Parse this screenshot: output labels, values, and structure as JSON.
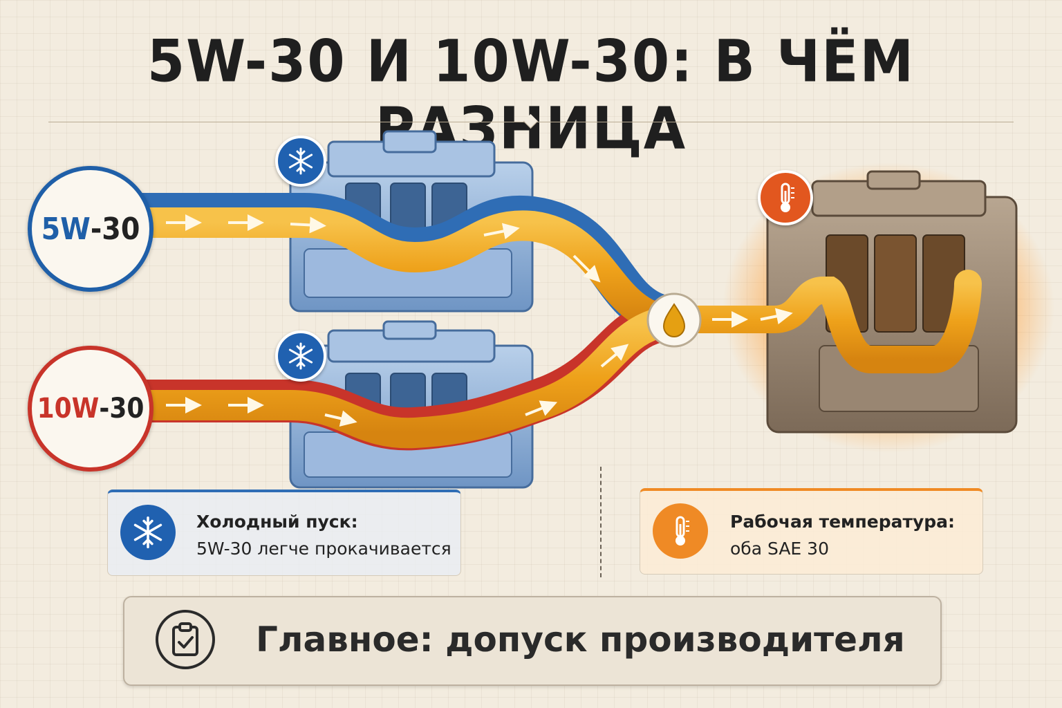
{
  "title": "5W-30 и 10W-30: в чём разница",
  "grades": {
    "a": {
      "prefix": "5W",
      "suffix": "-30",
      "color": "#1f5fa8"
    },
    "b": {
      "prefix": "10W",
      "suffix": "-30",
      "color": "#c8342a"
    }
  },
  "cold_info": {
    "heading": "Холодный пуск:",
    "body": "5W-30 легче прокачивается",
    "icon": "snowflake-icon",
    "accent": "#2f6db5"
  },
  "hot_info": {
    "heading": "Рабочая температура:",
    "body": "оба SAE 30",
    "icon": "thermometer-icon",
    "accent": "#f08a24"
  },
  "conclusion": {
    "text": "Главное: допуск производителя",
    "icon": "clipboard-check-icon"
  },
  "colors": {
    "oil": "#f0a81c",
    "cold_engine": "#8fb3dc",
    "hot_glow": "#ff9a2e"
  }
}
